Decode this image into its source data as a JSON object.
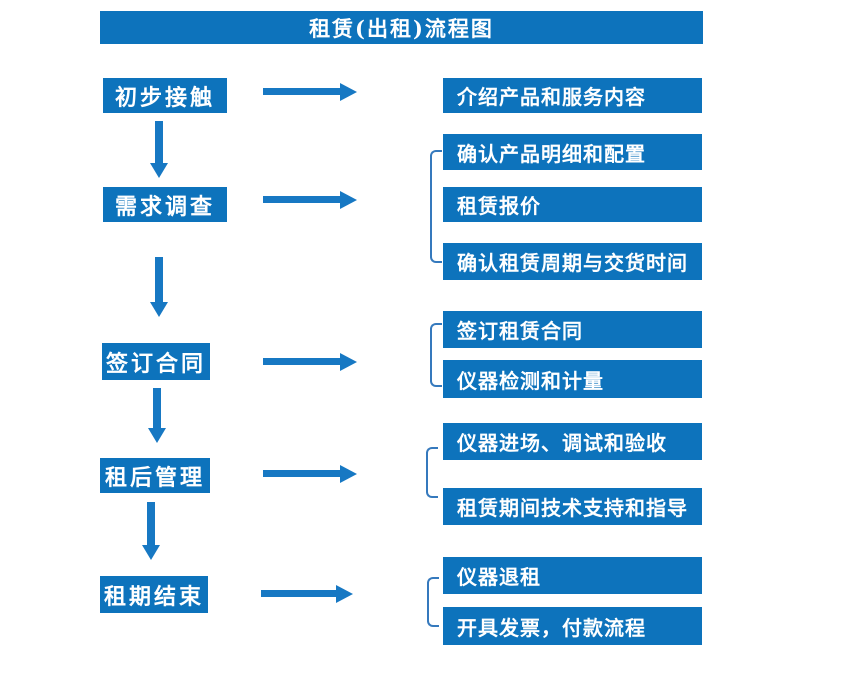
{
  "flow": {
    "title": "租赁(出租)流程图",
    "colors": {
      "box_blue": "#0d73bc",
      "arrow_blue": "#1778c3",
      "bracket_blue": "#3579bd",
      "text_white": "#ffffff",
      "background": "#ffffff"
    },
    "stages": [
      {
        "step": "初步接触",
        "details": [
          "介绍产品和服务内容"
        ]
      },
      {
        "step": "需求调查",
        "details": [
          "确认产品明细和配置",
          "租赁报价",
          "确认租赁周期与交货时间"
        ]
      },
      {
        "step": "签订合同",
        "details": [
          "签订租赁合同",
          "仪器检测和计量"
        ]
      },
      {
        "step": "租后管理",
        "details": [
          "仪器进场、调试和验收",
          "租赁期间技术支持和指导"
        ]
      },
      {
        "step": "租期结束",
        "details": [
          "仪器退租",
          "开具发票，付款流程"
        ]
      }
    ]
  }
}
